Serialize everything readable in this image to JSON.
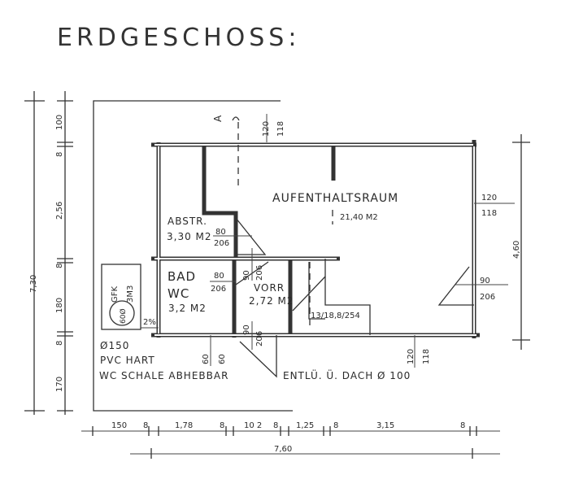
{
  "title": "ERDGESCHOSS:",
  "rooms": {
    "main": {
      "name": "AUFENTHALTSRAUM",
      "area": "21,40 M2"
    },
    "abstr": {
      "name": "ABSTR.",
      "area": "3,30 M2"
    },
    "bad": {
      "name": "BAD",
      "name2": "WC",
      "area": "3,2 M2"
    },
    "vorr": {
      "name": "VORR",
      "area": "2,72 M2"
    }
  },
  "openings": {
    "top_window": {
      "w": "120",
      "h": "118"
    },
    "right_window": {
      "w": "120",
      "h": "118"
    },
    "bottom_window": {
      "w": "120",
      "h": "118"
    },
    "abstr_door": {
      "w": "80",
      "h": "206"
    },
    "bad_door": {
      "w": "80",
      "h": "206"
    },
    "vorr_door": {
      "w": "90",
      "h": "206"
    },
    "entry_door": {
      "w": "90",
      "h": "206"
    },
    "right_door": {
      "w": "90",
      "h": "206"
    },
    "small_window": {
      "w": "60",
      "h": "60"
    }
  },
  "stair": "13/18,8/254",
  "section_mark": "A",
  "tank": {
    "label1": "GFK",
    "label2": "3M3",
    "circle": "60Ø"
  },
  "notes": {
    "pipe": "Ø150",
    "pvc": "PVC HART",
    "wc": "WC SCHALE ABHEBBAR",
    "vent": "ENTLÜ. Ü. DACH Ø 100",
    "slope": "2%"
  },
  "dims_left": {
    "total": "7,30",
    "parts": [
      "100",
      "8",
      "2,56",
      "8",
      "180",
      "8",
      "170"
    ]
  },
  "dims_right": {
    "total": "4,60"
  },
  "dims_bottom": {
    "parts": [
      "150",
      "8",
      "1,78",
      "8",
      "10 2",
      "8",
      "1,25",
      "8",
      "3,15",
      "8"
    ],
    "total": "7,60"
  }
}
